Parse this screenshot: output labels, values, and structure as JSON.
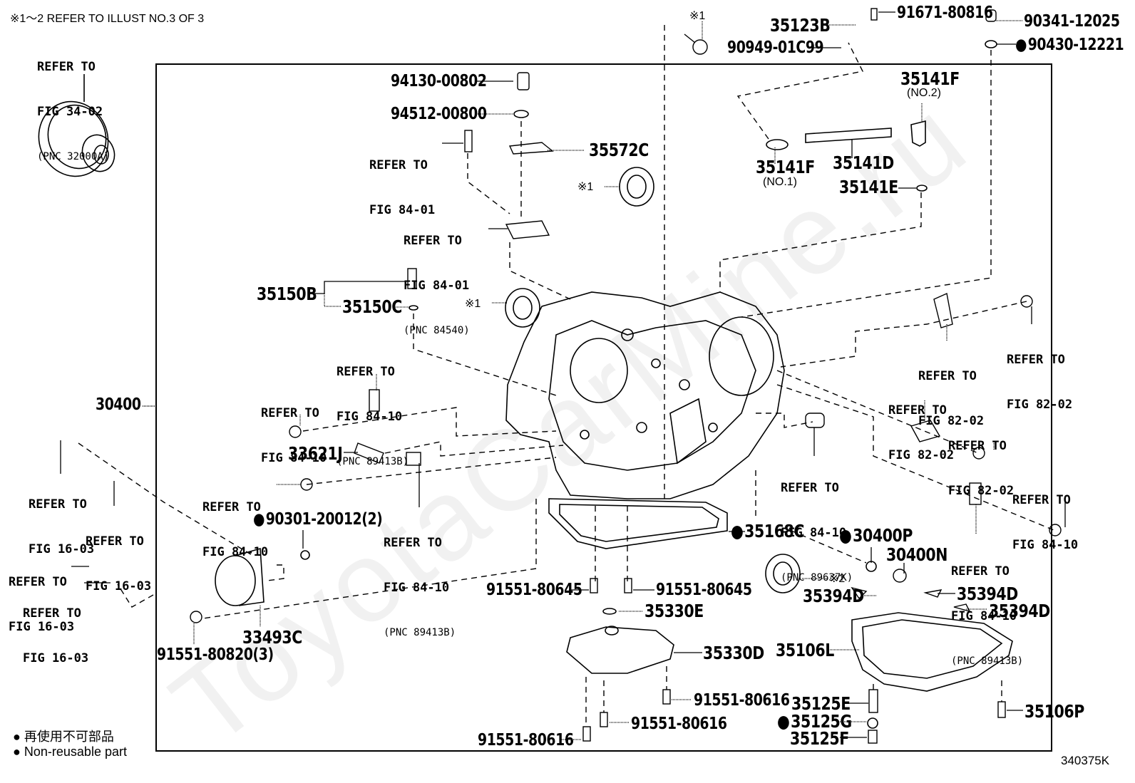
{
  "header_note": "※1～2 REFER TO ILLUST NO.3 OF 3",
  "diagram_code": "340375K",
  "watermark": "ToyotaCarMine.ru",
  "legend": {
    "symbol": "●",
    "line_jp": "再使用不可部品",
    "line_en": "Non-reusable part"
  },
  "parts": [
    {
      "id": "torque_converter",
      "ref": [
        "REFER TO",
        "FIG 34-02"
      ],
      "pnc": "(PNC 32000A)"
    },
    {
      "id": "p30400",
      "label": "30400"
    },
    {
      "id": "p94130",
      "label": "94130-00802"
    },
    {
      "id": "p94512",
      "label": "94512-00800"
    },
    {
      "id": "p35572C",
      "label": "35572C"
    },
    {
      "id": "ref_84_01_a",
      "ref": [
        "REFER TO",
        "FIG 84-01"
      ]
    },
    {
      "id": "ref_84_01_b",
      "ref": [
        "REFER TO",
        "FIG 84-01"
      ],
      "pnc": "(PNC 84540)"
    },
    {
      "id": "seal_1a",
      "label": "※1"
    },
    {
      "id": "seal_1b",
      "label": "※1"
    },
    {
      "id": "bolt_1",
      "label": "※1"
    },
    {
      "id": "p35123B",
      "label": "35123B"
    },
    {
      "id": "p91671",
      "label": "91671-80816"
    },
    {
      "id": "p90949",
      "label": "90949-01C99"
    },
    {
      "id": "p90341",
      "label": "90341-12025"
    },
    {
      "id": "p90430",
      "label": "90430-12221",
      "non_reusable": true
    },
    {
      "id": "p35141F_2",
      "label": "35141F",
      "sub": "(NO.2)"
    },
    {
      "id": "p35141F_1",
      "label": "35141F",
      "sub": "(NO.1)"
    },
    {
      "id": "p35141D",
      "label": "35141D"
    },
    {
      "id": "p35141E",
      "label": "35141E"
    },
    {
      "id": "p35150B",
      "label": "35150B"
    },
    {
      "id": "p35150C",
      "label": "35150C"
    },
    {
      "id": "ref_84_10_a",
      "ref": [
        "REFER TO",
        "FIG 84-10"
      ],
      "pnc": "(PNC 89413B)"
    },
    {
      "id": "ref_84_10_b",
      "ref": [
        "REFER TO",
        "FIG 84-10"
      ]
    },
    {
      "id": "p33621J",
      "label": "33621J"
    },
    {
      "id": "ref_84_10_c",
      "ref": [
        "REFER TO",
        "FIG 84-10"
      ]
    },
    {
      "id": "ref_84_10_d",
      "ref": [
        "REFER TO",
        "FIG 84-10"
      ],
      "pnc": "(PNC 89413B)"
    },
    {
      "id": "ref_16_03_a",
      "ref": [
        "REFER TO",
        "FIG 16-03"
      ]
    },
    {
      "id": "ref_16_03_b",
      "ref": [
        "REFER TO",
        "FIG 16-03"
      ]
    },
    {
      "id": "ref_16_03_c",
      "ref": [
        "REFER TO",
        "FIG 16-03"
      ]
    },
    {
      "id": "ref_16_03_d",
      "ref": [
        "REFER TO",
        "FIG 16-03"
      ]
    },
    {
      "id": "p90301",
      "label": "90301-20012(2)",
      "non_reusable": true
    },
    {
      "id": "p33493C",
      "label": "33493C"
    },
    {
      "id": "p91551_80820",
      "label": "91551-80820(3)"
    },
    {
      "id": "ref_82_02_a",
      "ref": [
        "REFER TO",
        "FIG 82-02"
      ]
    },
    {
      "id": "ref_82_02_b",
      "ref": [
        "REFER TO",
        "FIG 82-02"
      ]
    },
    {
      "id": "ref_82_02_c",
      "ref": [
        "REFER TO",
        "FIG 82-02"
      ]
    },
    {
      "id": "ref_82_02_d",
      "ref": [
        "REFER TO",
        "FIG 82-02"
      ]
    },
    {
      "id": "ref_84_10_e",
      "ref": [
        "REFER TO",
        "FIG 84-10"
      ],
      "pnc": "(PNC 89637K)"
    },
    {
      "id": "ref_84_10_f",
      "ref": [
        "REFER TO",
        "FIG 84-10"
      ]
    },
    {
      "id": "ref_84_10_g",
      "ref": [
        "REFER TO",
        "FIG 84-10"
      ],
      "pnc": "(PNC 89413B)"
    },
    {
      "id": "p35168C",
      "label": "35168C",
      "non_reusable": true
    },
    {
      "id": "p30400P",
      "label": "30400P",
      "non_reusable": true
    },
    {
      "id": "p30400N",
      "label": "30400N"
    },
    {
      "id": "seal_2",
      "label": "※2"
    },
    {
      "id": "p35394D_a",
      "label": "35394D"
    },
    {
      "id": "p35394D_b",
      "label": "35394D"
    },
    {
      "id": "p35394D_c",
      "label": "35394D"
    },
    {
      "id": "p91551_80645_a",
      "label": "91551-80645"
    },
    {
      "id": "p91551_80645_b",
      "label": "91551-80645"
    },
    {
      "id": "p35330E",
      "label": "35330E"
    },
    {
      "id": "p35330D",
      "label": "35330D"
    },
    {
      "id": "p91551_80616_a",
      "label": "91551-80616"
    },
    {
      "id": "p91551_80616_b",
      "label": "91551-80616"
    },
    {
      "id": "p91551_80616_c",
      "label": "91551-80616"
    },
    {
      "id": "p35106L",
      "label": "35106L"
    },
    {
      "id": "p35106P",
      "label": "35106P"
    },
    {
      "id": "p35125E",
      "label": "35125E"
    },
    {
      "id": "p35125G",
      "label": "35125G",
      "non_reusable": true
    },
    {
      "id": "p35125F",
      "label": "35125F"
    }
  ]
}
